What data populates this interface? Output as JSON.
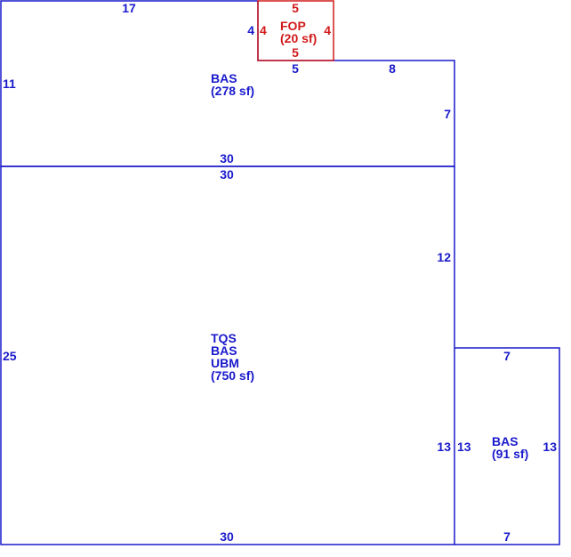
{
  "colors": {
    "blue": "#1a1acc",
    "red": "#d11a1a"
  },
  "sections": {
    "bas_top": {
      "lines": [
        "BAS",
        "(278 sf)"
      ],
      "dims": {
        "top": "17",
        "left": "11",
        "step_right": "5",
        "right_top": "8",
        "right": "7",
        "bottom": "30"
      }
    },
    "fop": {
      "lines": [
        "FOP",
        "(20 sf)"
      ],
      "dims": {
        "top": "5",
        "bottom": "5",
        "left": "4",
        "right": "4",
        "outer_left": "4"
      }
    },
    "main": {
      "lines": [
        "TQS",
        "BAS",
        "UBM",
        "(750 sf)"
      ],
      "dims": {
        "top": "30",
        "left": "25",
        "right_upper": "12",
        "right_lower": "13",
        "bottom": "30"
      }
    },
    "bas_small": {
      "lines": [
        "BAS",
        "(91 sf)"
      ],
      "dims": {
        "top": "7",
        "left": "13",
        "right": "13",
        "bottom": "7"
      }
    }
  }
}
